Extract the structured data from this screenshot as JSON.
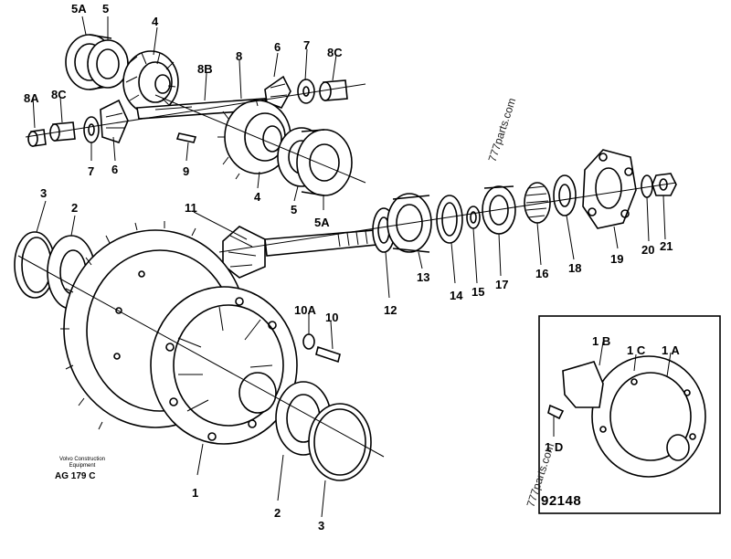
{
  "callouts": [
    {
      "id": "c5a-top",
      "text": "5A"
    },
    {
      "id": "c5-top",
      "text": "5"
    },
    {
      "id": "c4-top",
      "text": "4"
    },
    {
      "id": "c8b",
      "text": "8B"
    },
    {
      "id": "c8",
      "text": "8"
    },
    {
      "id": "c6-top",
      "text": "6"
    },
    {
      "id": "c7-top",
      "text": "7"
    },
    {
      "id": "c8c-top",
      "text": "8C"
    },
    {
      "id": "c8a",
      "text": "8A"
    },
    {
      "id": "c8c-left",
      "text": "8C"
    },
    {
      "id": "c7-left",
      "text": "7"
    },
    {
      "id": "c6-left",
      "text": "6"
    },
    {
      "id": "c9",
      "text": "9"
    },
    {
      "id": "c4-mid",
      "text": "4"
    },
    {
      "id": "c5-mid",
      "text": "5"
    },
    {
      "id": "c5a-mid",
      "text": "5A"
    },
    {
      "id": "c3-top",
      "text": "3"
    },
    {
      "id": "c2-top",
      "text": "2"
    },
    {
      "id": "c11",
      "text": "11"
    },
    {
      "id": "c12",
      "text": "12"
    },
    {
      "id": "c13",
      "text": "13"
    },
    {
      "id": "c14",
      "text": "14"
    },
    {
      "id": "c15",
      "text": "15"
    },
    {
      "id": "c17",
      "text": "17"
    },
    {
      "id": "c16",
      "text": "16"
    },
    {
      "id": "c18",
      "text": "18"
    },
    {
      "id": "c19",
      "text": "19"
    },
    {
      "id": "c20",
      "text": "20"
    },
    {
      "id": "c21",
      "text": "21"
    },
    {
      "id": "c10a",
      "text": "10A"
    },
    {
      "id": "c10",
      "text": "10"
    },
    {
      "id": "c1",
      "text": "1"
    },
    {
      "id": "c2-bottom",
      "text": "2"
    },
    {
      "id": "c3-bottom",
      "text": "3"
    },
    {
      "id": "c1b",
      "text": "1 B"
    },
    {
      "id": "c1c",
      "text": "1 C"
    },
    {
      "id": "c1a",
      "text": "1 A"
    },
    {
      "id": "c1d",
      "text": "1 D"
    }
  ],
  "watermarks": [
    "777parts.com",
    "777parts.com"
  ],
  "maker_lines": [
    "Volvo Construction",
    "Equipment"
  ],
  "drawing_code": "AG 179 C",
  "inset_number": "92148"
}
